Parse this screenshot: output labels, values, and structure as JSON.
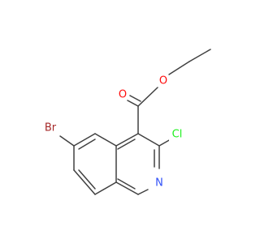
{
  "molecule": {
    "atoms": {
      "o_carbonyl": {
        "label": "O",
        "color": "#ff0d0d"
      },
      "o_ester": {
        "label": "O",
        "color": "#ff0d0d"
      },
      "br": {
        "label": "Br",
        "color": "#a62929"
      },
      "cl": {
        "label": "Cl",
        "color": "#1ff01f"
      },
      "n": {
        "label": "N",
        "color": "#3050f8"
      }
    }
  }
}
